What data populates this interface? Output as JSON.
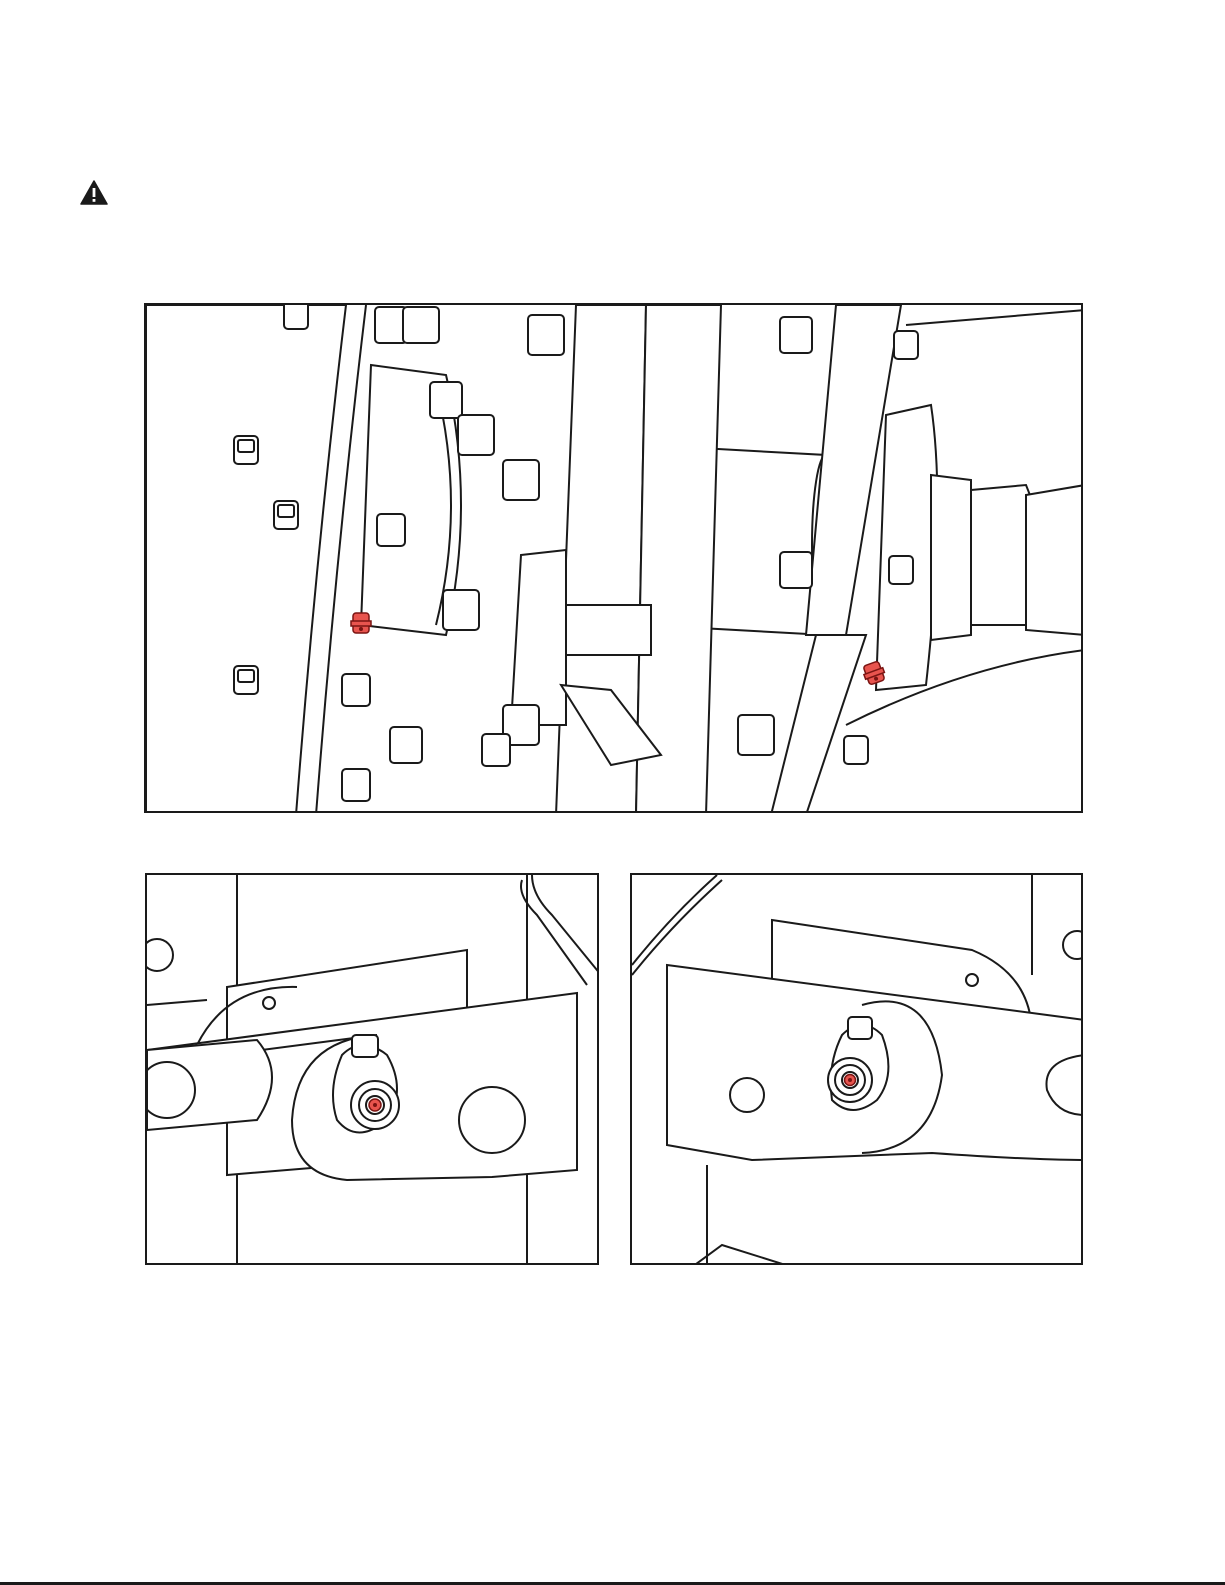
{
  "page": {
    "warning_icon": "warning-triangle-icon",
    "accent_color": "#e8544e",
    "line_color": "#1a1a1a"
  },
  "figures": {
    "top": {
      "icon": "grease-fitting-icon",
      "fittings_shown": 2
    },
    "bottom_left": {
      "icon": "grease-fitting-icon",
      "fittings_shown": 1
    },
    "bottom_right": {
      "icon": "grease-fitting-icon",
      "fittings_shown": 1
    }
  }
}
